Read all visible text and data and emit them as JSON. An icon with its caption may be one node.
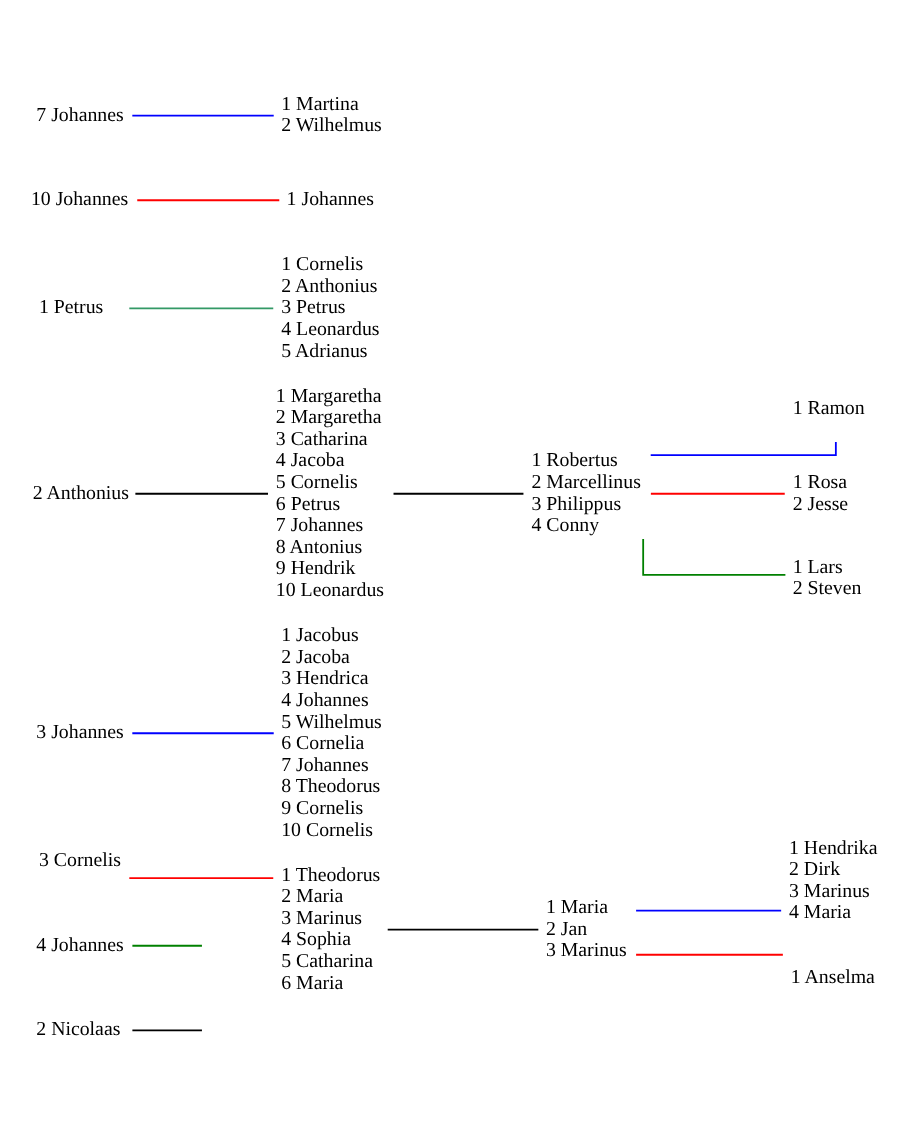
{
  "diagram": {
    "nodes": [
      {
        "text": [
          "7 Johannes"
        ]
      },
      {
        "text": [
          "1 Martina",
          "2 Wilhelmus"
        ]
      },
      {
        "text": [
          "10 Johannes"
        ]
      },
      {
        "text": [
          "1 Johannes"
        ]
      },
      {
        "text": [
          "1 Petrus"
        ]
      },
      {
        "text": [
          "1 Cornelis",
          "2 Anthonius",
          "3 Petrus",
          "4 Leonardus",
          "5 Adrianus"
        ]
      },
      {
        "text": [
          "2 Anthonius"
        ]
      },
      {
        "text": [
          "1 Margaretha",
          "2 Margaretha",
          "3 Catharina",
          "4 Jacoba",
          "5 Cornelis",
          "6 Petrus",
          "7 Johannes",
          "8 Antonius",
          "9 Hendrik",
          "10 Leonardus"
        ]
      },
      {
        "text": [
          "1 Robertus",
          "2 Marcellinus",
          "3 Philippus",
          "4 Conny"
        ]
      },
      {
        "text": [
          "1 Ramon"
        ]
      },
      {
        "text": [
          "1 Rosa",
          "2 Jesse"
        ]
      },
      {
        "text": [
          "1 Lars",
          "2 Steven"
        ]
      },
      {
        "text": [
          "3 Johannes"
        ]
      },
      {
        "text": [
          "1 Jacobus",
          "2 Jacoba",
          "3 Hendrica",
          "4 Johannes",
          "5 Wilhelmus",
          "6 Cornelia",
          "7 Johannes",
          "8 Theodorus",
          "9 Cornelis",
          "10 Cornelis"
        ]
      },
      {
        "text": [
          "3 Cornelis"
        ]
      },
      {
        "text": [
          "4 Johannes"
        ]
      },
      {
        "text": [
          "2 Nicolaas"
        ]
      },
      {
        "text": [
          "1 Theodorus",
          "2 Maria",
          "3 Marinus",
          "4 Sophia",
          "5 Catharina",
          "6 Maria"
        ]
      },
      {
        "text": [
          "1 Maria",
          "2 Jan",
          "3 Marinus"
        ]
      },
      {
        "text": [
          "1 Hendrika",
          "2 Dirk",
          "3 Marinus",
          "4 Maria"
        ]
      },
      {
        "text": [
          "1 Anselma"
        ]
      }
    ],
    "edges": [
      {
        "from": 0,
        "to": 1,
        "arrow": "none",
        "color": "#0000ff"
      },
      {
        "from": 2,
        "to": 3,
        "arrow": "none",
        "color": "#ff0000"
      },
      {
        "from": 4,
        "to": 5,
        "arrow": "none",
        "color": "#339966"
      },
      {
        "from": 6,
        "to": 7,
        "arrow": "none",
        "color": "#000000"
      },
      {
        "from": 7,
        "to": 8,
        "arrow": "none",
        "color": "#000000"
      },
      {
        "from": 8,
        "to": 9,
        "arrow": "none",
        "color": "#0000ff"
      },
      {
        "from": 8,
        "to": 10,
        "arrow": "none",
        "color": "#ff0000"
      },
      {
        "from": 8,
        "to": 11,
        "arrow": "none",
        "color": "#008000"
      },
      {
        "from": 12,
        "to": 13,
        "arrow": "none",
        "color": "#0000ff"
      },
      {
        "from": 14,
        "to": 17,
        "arrow": "none",
        "color": "#ff0000"
      },
      {
        "from": 15,
        "to": null,
        "arrow": "none",
        "color": "#008000"
      },
      {
        "from": 16,
        "to": null,
        "arrow": "none",
        "color": "#000000"
      },
      {
        "from": 17,
        "to": 18,
        "arrow": "none",
        "color": "#000000"
      },
      {
        "from": 18,
        "to": 19,
        "arrow": "none",
        "color": "#0000ff"
      },
      {
        "from": 18,
        "to": 20,
        "arrow": "none",
        "color": "#ff0000"
      }
    ]
  }
}
